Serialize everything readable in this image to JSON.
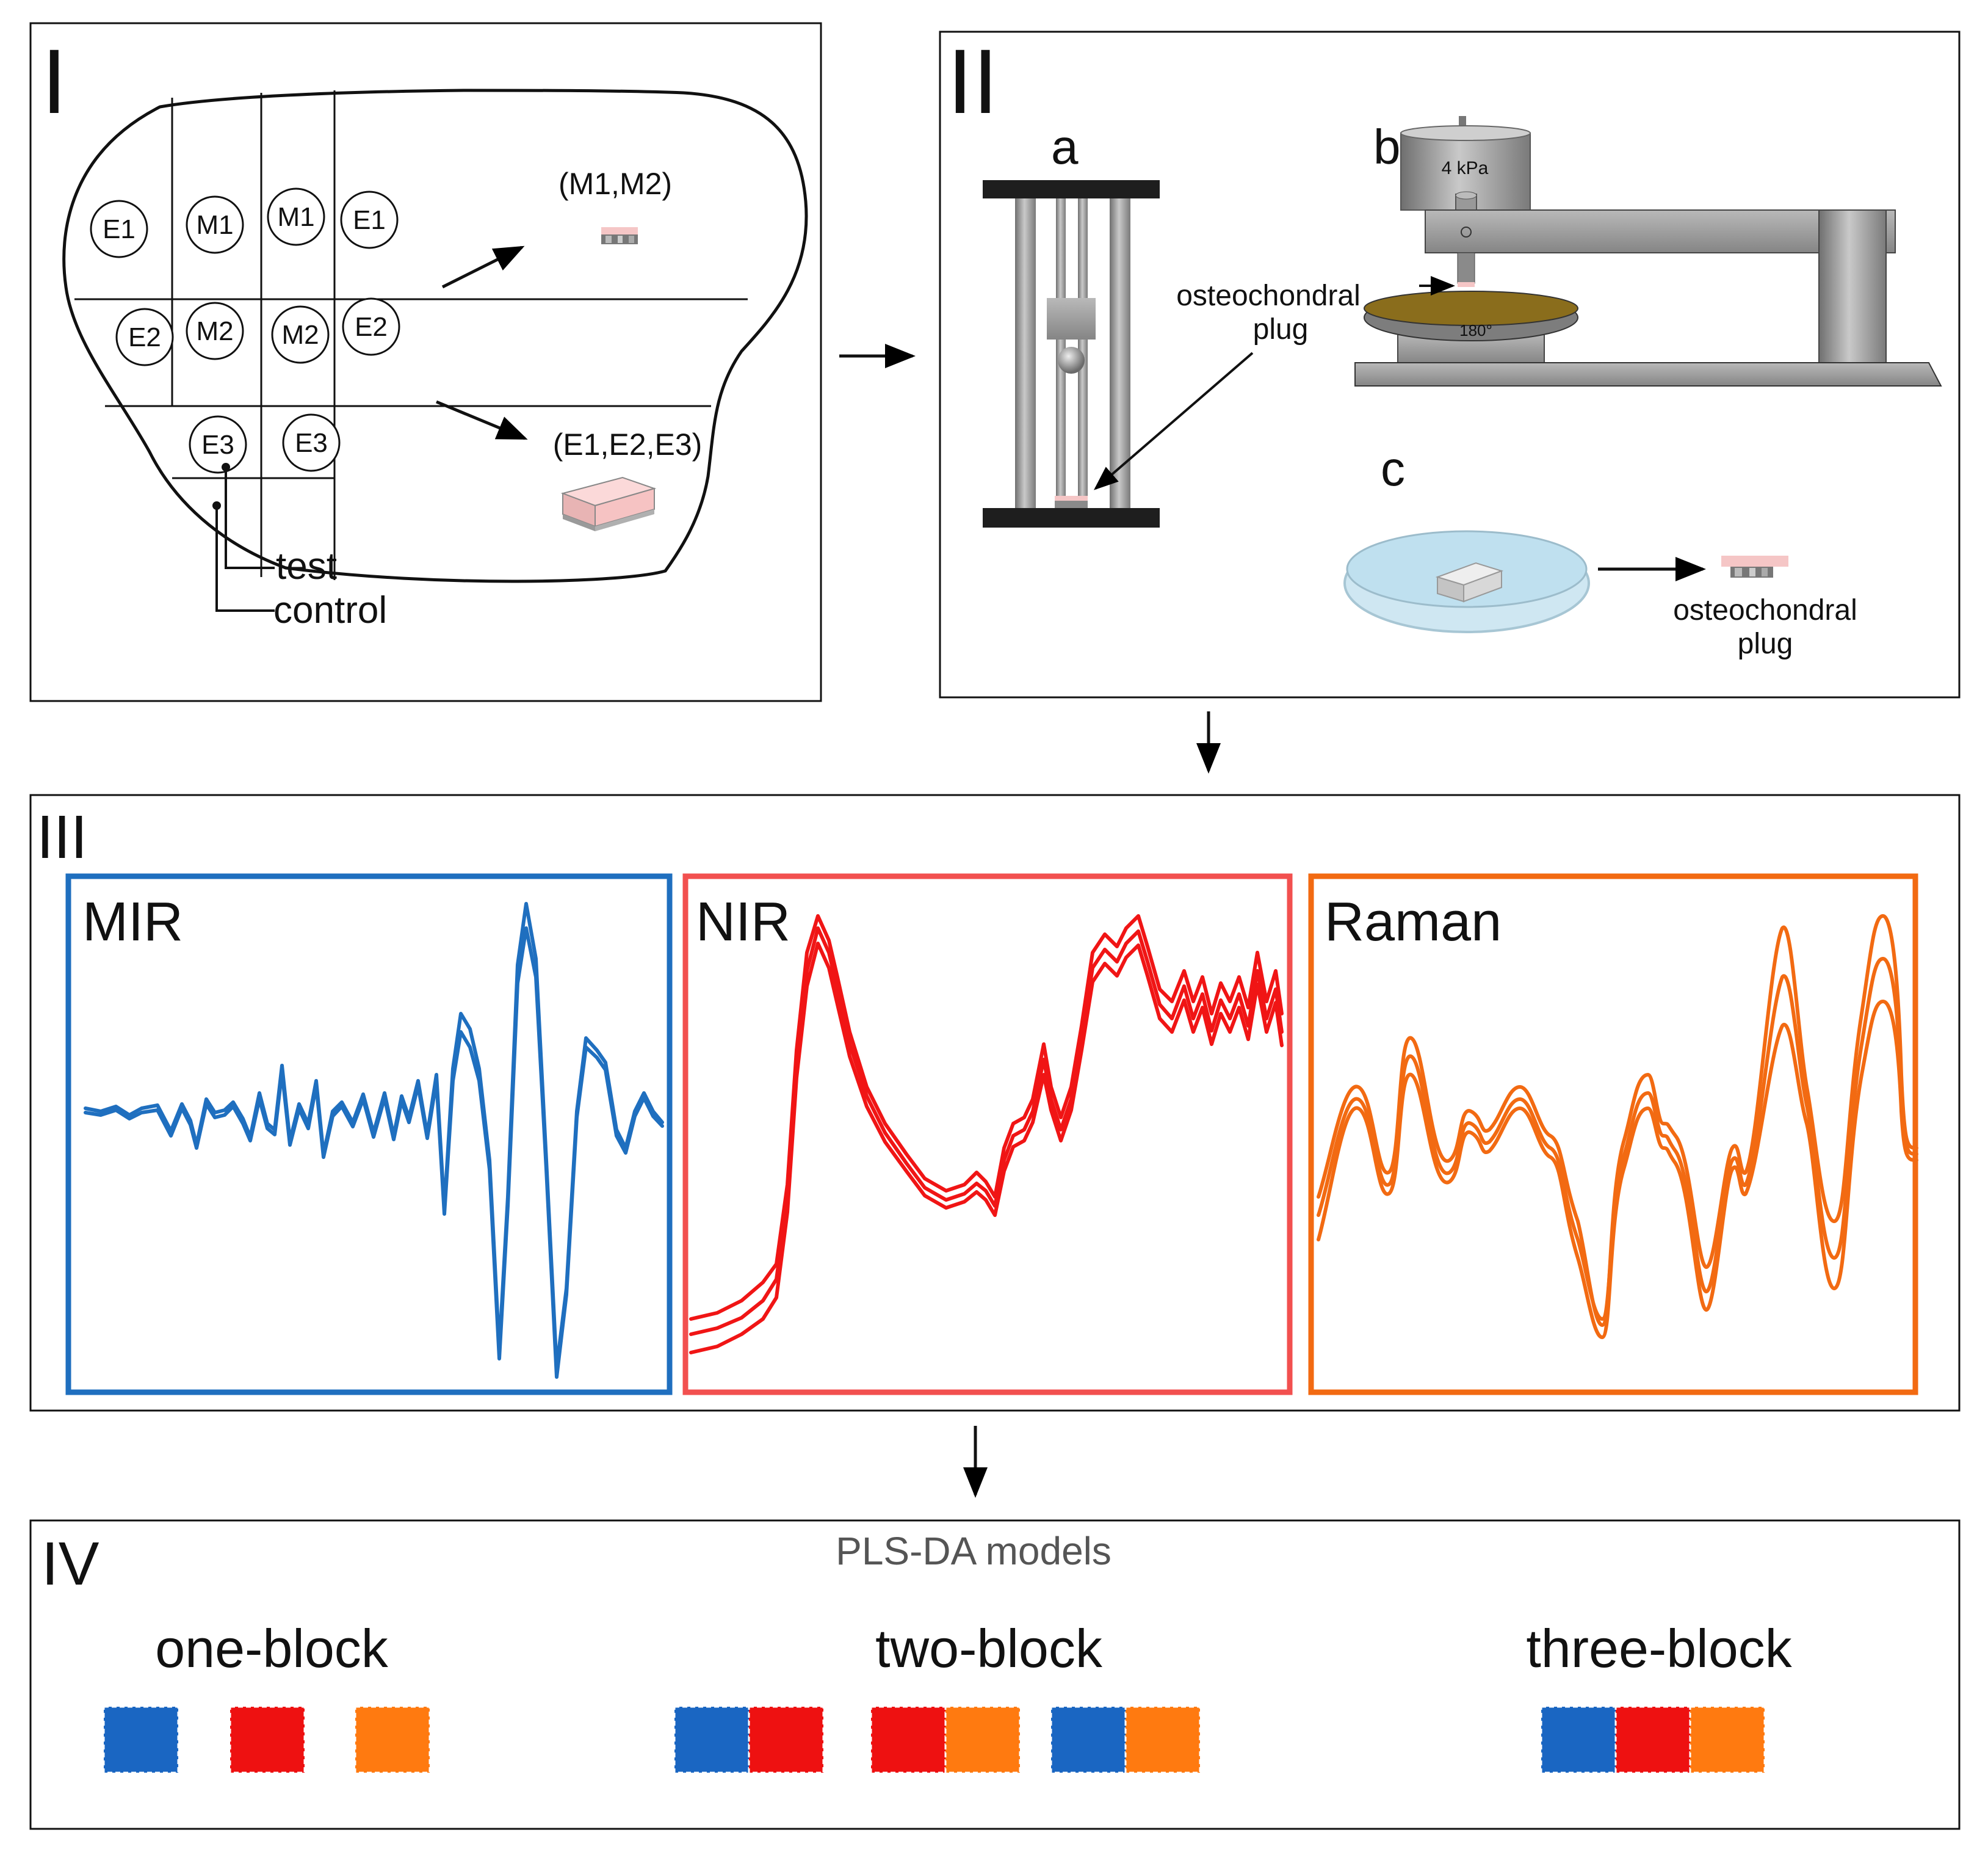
{
  "panels": {
    "I": {
      "numeral": "I",
      "regions": {
        "row1": [
          "E1",
          "M1",
          "M1",
          "E1"
        ],
        "row2": [
          "E2",
          "M2",
          "M2",
          "E2"
        ],
        "row3": [
          "E3",
          "E3"
        ]
      },
      "group_m": "(M1,M2)",
      "group_e": "(E1,E2,E3)",
      "test_label": "test",
      "control_label": "control"
    },
    "II": {
      "numeral": "II",
      "sub_a": "a",
      "sub_b": "b",
      "sub_c": "c",
      "weight_label": "4 kPa",
      "rotation_label": "180°",
      "plug_label_line1": "osteochondral",
      "plug_label_line2": "plug"
    },
    "III": {
      "numeral": "III",
      "spectra": [
        {
          "label": "MIR",
          "color": "#1f6fbf"
        },
        {
          "label": "NIR",
          "color": "#f01515"
        },
        {
          "label": "Raman",
          "color": "#f26a12"
        }
      ]
    },
    "IV": {
      "numeral": "IV",
      "title": "PLS-DA models",
      "groups": [
        "one-block",
        "two-block",
        "three-block"
      ],
      "block_colors": {
        "blue": "#1a66c2",
        "red": "#ee1111",
        "orange": "#ff7a10"
      }
    }
  }
}
